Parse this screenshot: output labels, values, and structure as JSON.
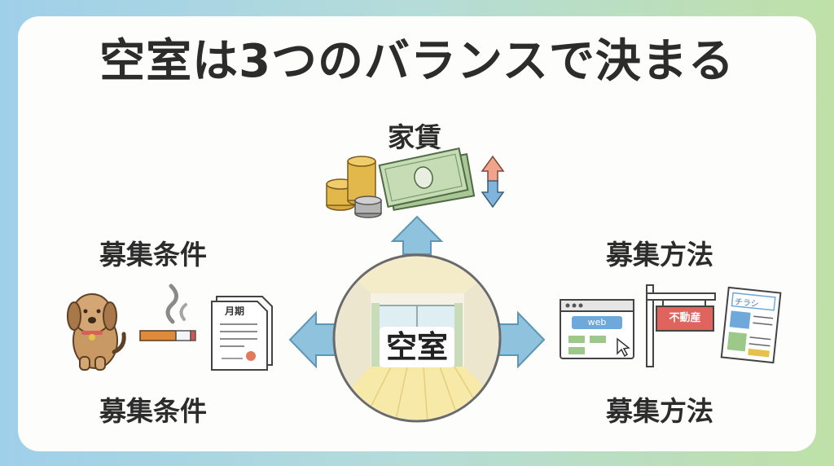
{
  "title": "空室は3つのバランスで決まる",
  "center": {
    "label": "空室"
  },
  "top": {
    "label": "家賃"
  },
  "left": {
    "label_top": "募集条件",
    "label_bottom": "募集条件",
    "document_text": "月期"
  },
  "right": {
    "label_top": "募集方法",
    "label_bottom": "募集方法",
    "browser_text": "web",
    "sign_text": "不動産",
    "flyer_text": "チラシ"
  },
  "colors": {
    "arrow": "#8fc2dc",
    "arrow_stroke": "#5e97b5",
    "room_floor": "#f7e9a8",
    "sign_red": "#e0645e",
    "browser_blue": "#6fa9db",
    "flyer_green": "#9cc98a",
    "coin_gold": "#e2b84a",
    "bill_green": "#b9d4a8",
    "dog_brown": "#c99963"
  },
  "icons": [
    "coins-icon",
    "banknotes-icon",
    "up-down-arrows-icon",
    "dog-icon",
    "cigarette-icon",
    "contract-document-icon",
    "browser-window-icon",
    "real-estate-sign-icon",
    "flyer-icon",
    "empty-room-icon"
  ]
}
